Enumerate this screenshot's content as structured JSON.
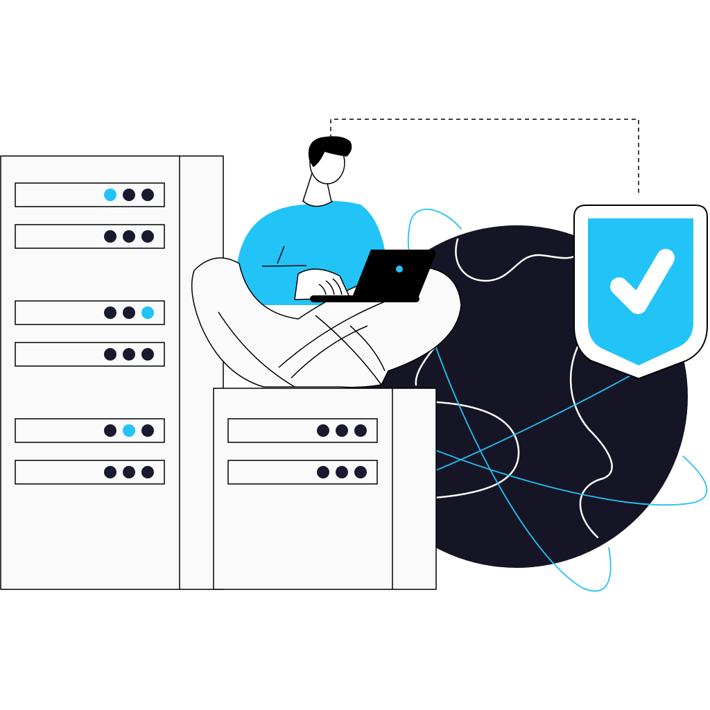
{
  "colors": {
    "background": "#ffffff",
    "accent": "#22c3f7",
    "globe": "#151526",
    "server_fill": "#fafafa",
    "outline": "#000000",
    "led_dark": "#1a1a2e"
  },
  "illustration": {
    "left_rack_leds": [
      [
        "accent",
        "dark",
        "dark"
      ],
      [
        "dark",
        "dark",
        "dark"
      ],
      [
        "dark",
        "dark",
        "accent"
      ],
      [
        "dark",
        "dark",
        "dark"
      ],
      [
        "dark",
        "accent",
        "dark"
      ],
      [
        "dark",
        "dark",
        "dark"
      ]
    ],
    "small_rack_leds": [
      [
        "dark",
        "dark",
        "dark"
      ],
      [
        "dark",
        "dark",
        "dark"
      ]
    ],
    "icons": [
      "server-rack-icon",
      "globe-icon",
      "shield-check-icon",
      "laptop-icon",
      "person-figure"
    ]
  }
}
